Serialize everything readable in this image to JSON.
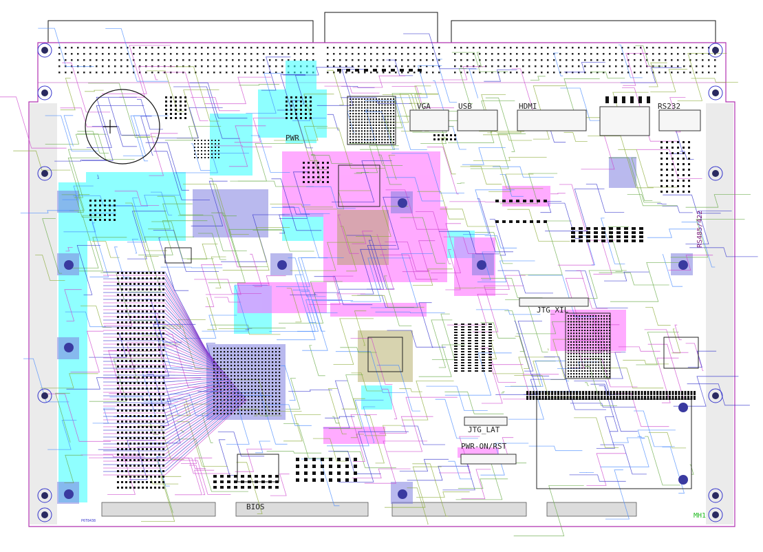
{
  "board": {
    "colors": {
      "outline": "#b030b0",
      "copper_top": "#ff66ff",
      "copper_inner": "#33ffff",
      "trace_blue": "#3333cc",
      "trace_green": "#66aa44",
      "silk": "#222222",
      "pad": "#111111"
    },
    "connectors": {
      "vga": "VGA",
      "usb": "USB",
      "hdmi": "HDMI",
      "rs232": "RS232",
      "rs485": "RS485/422",
      "pwr": "PWR",
      "bios": "BIOS",
      "jtg_xil": "JTG_XIL",
      "jtg_lat": "JTG_LAT",
      "pwr_on_rst": "PWR-ON/RST"
    },
    "corner_mark": "MH1",
    "small_text": "P6T8438"
  }
}
